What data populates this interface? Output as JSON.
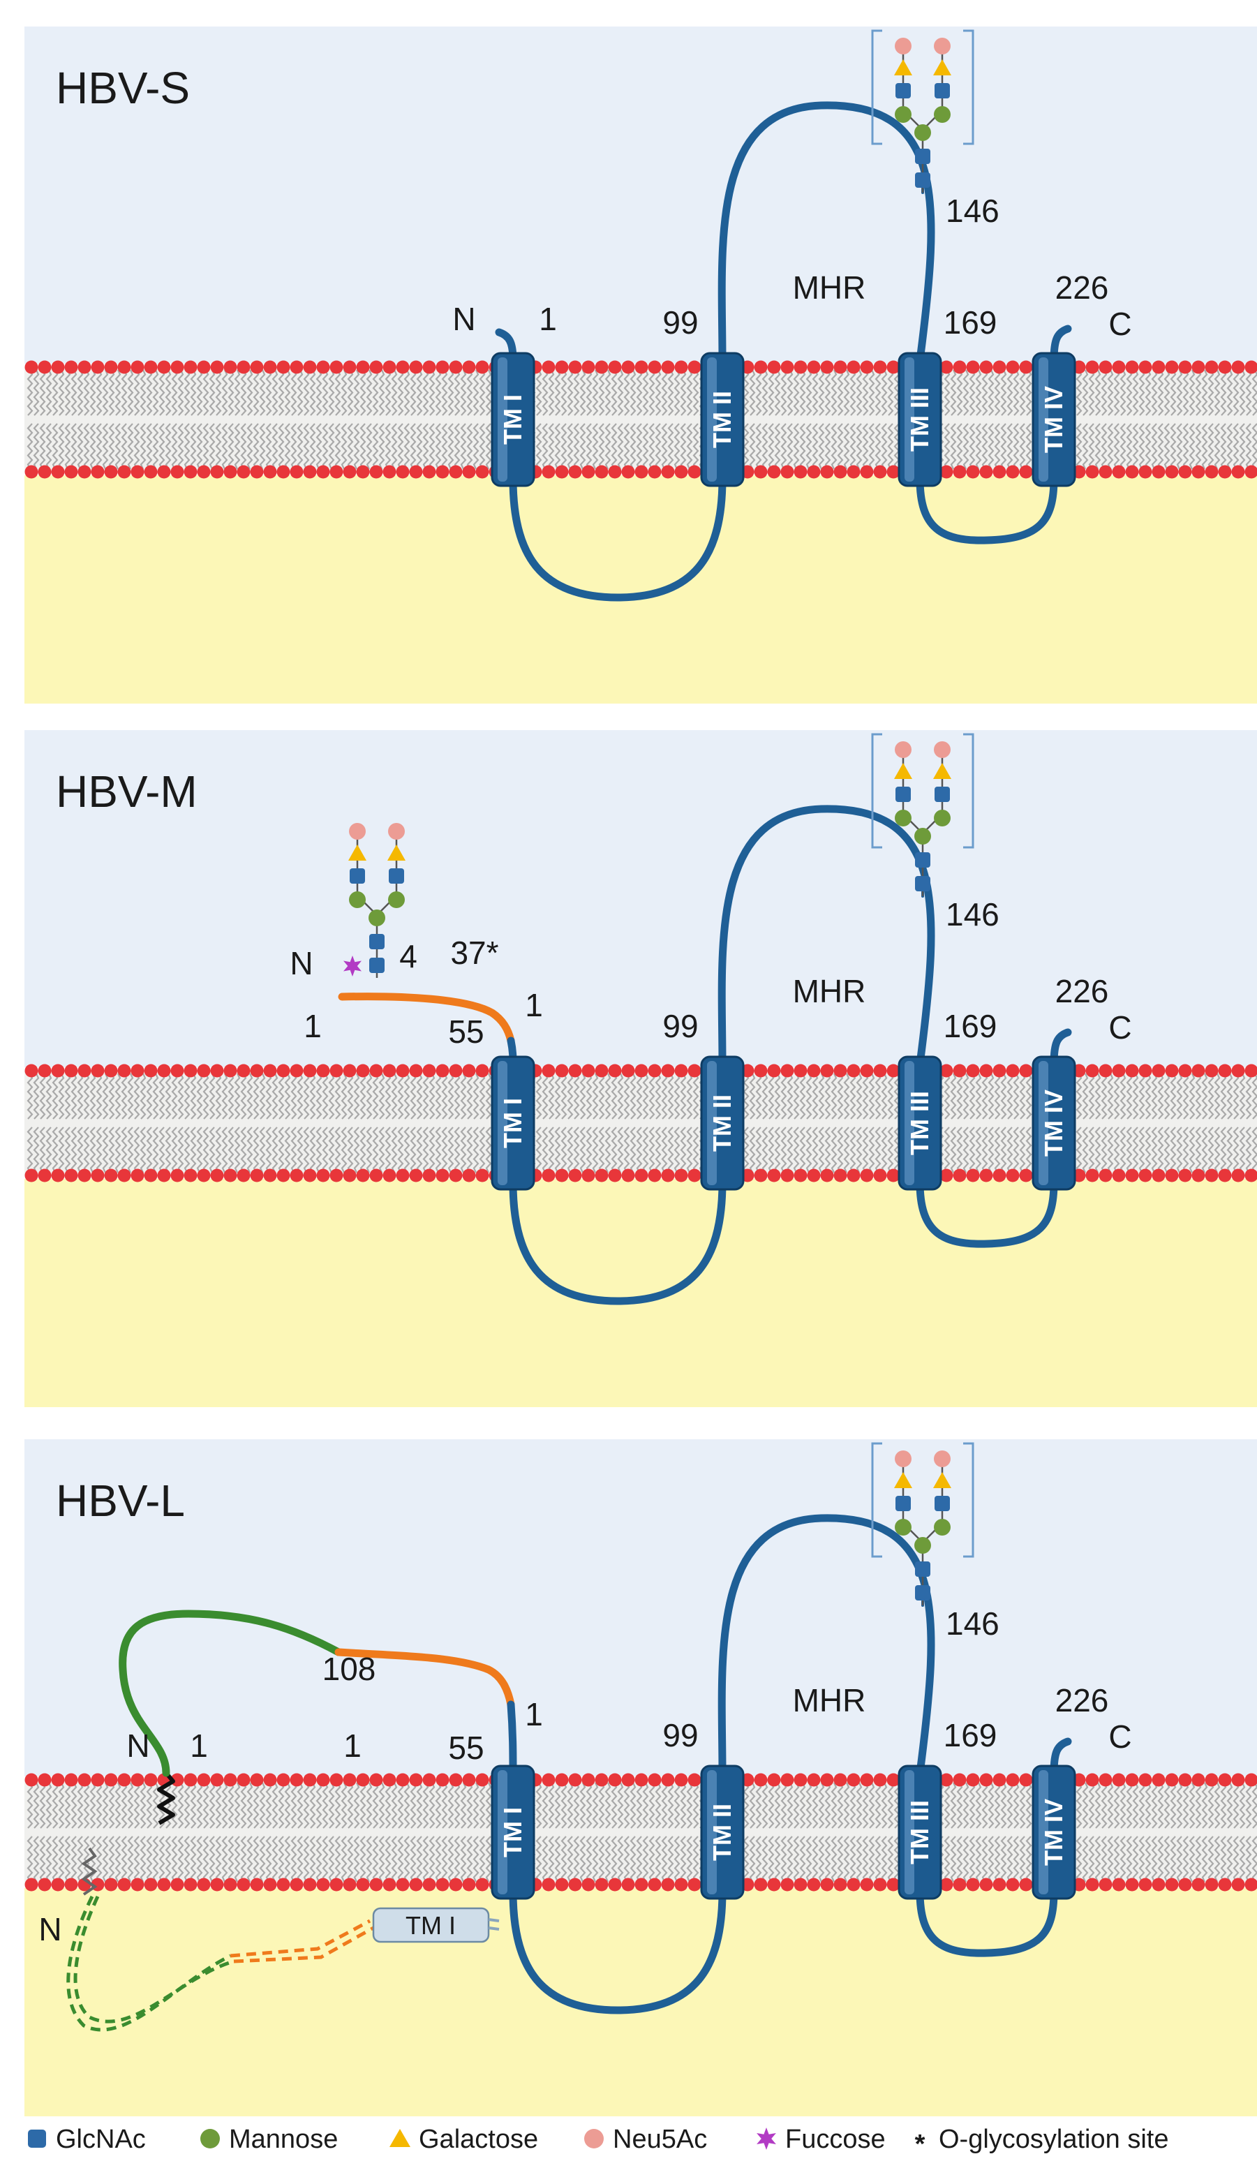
{
  "colors": {
    "background_top": "#e8eff8",
    "background_bottom": "#fcf7b7",
    "protein_blue": "#1f5f96",
    "tm_box": "#1c5a8f",
    "tm_box_light": "#cfdde9",
    "pres2_orange": "#ef7a1c",
    "pres1_green": "#3a8c2f",
    "lipid_head": "#e8363a",
    "lipid_tail": "#a9a9a9",
    "glcnac": "#2d6aa8",
    "mannose": "#6e9b3a",
    "galactose": "#f5b800",
    "neu5ac": "#ec9c94",
    "fucose": "#b23bc4",
    "bracket": "#6b9ccc"
  },
  "panels": [
    {
      "id": "S",
      "title": "HBV-S",
      "tm_labels": [
        "TM I",
        "TM II",
        "TM III",
        "TM IV"
      ],
      "mhr_label": "MHR",
      "labels": {
        "n": "N",
        "n_pos": "1",
        "tm2_pos": "99",
        "glyco_pos": "146",
        "tm3_pos": "169",
        "c_pos": "226",
        "c": "C"
      }
    },
    {
      "id": "M",
      "title": "HBV-M",
      "tm_labels": [
        "TM I",
        "TM II",
        "TM III",
        "TM IV"
      ],
      "mhr_label": "MHR",
      "labels": {
        "n": "N",
        "pres2_start": "1",
        "nglyco_pos": "4",
        "oglyco_pos": "37*",
        "pres2_end": "55",
        "s_start": "1",
        "tm2_pos": "99",
        "glyco_pos": "146",
        "tm3_pos": "169",
        "c_pos": "226",
        "c": "C"
      }
    },
    {
      "id": "L",
      "title": "HBV-L",
      "tm_labels": [
        "TM I",
        "TM II",
        "TM III",
        "TM IV"
      ],
      "inner_tm_label": "TM I",
      "mhr_label": "MHR",
      "labels": {
        "n": "N",
        "n_inner": "N",
        "pres1_start": "1",
        "pres1_end": "108",
        "pres2_start": "1",
        "pres2_end": "55",
        "s_start": "1",
        "tm2_pos": "99",
        "glyco_pos": "146",
        "tm3_pos": "169",
        "c_pos": "226",
        "c": "C"
      }
    }
  ],
  "legend": [
    {
      "symbol": "square",
      "color": "glcnac",
      "label": "GlcNAc"
    },
    {
      "symbol": "circle",
      "color": "mannose",
      "label": "Mannose"
    },
    {
      "symbol": "triangle",
      "color": "galactose",
      "label": "Galactose"
    },
    {
      "symbol": "circle",
      "color": "neu5ac",
      "label": "Neu5Ac"
    },
    {
      "symbol": "star",
      "color": "fucose",
      "label": "Fuccose"
    },
    {
      "symbol": "asterisk",
      "color": "none",
      "label": "O-glycosylation site"
    }
  ]
}
